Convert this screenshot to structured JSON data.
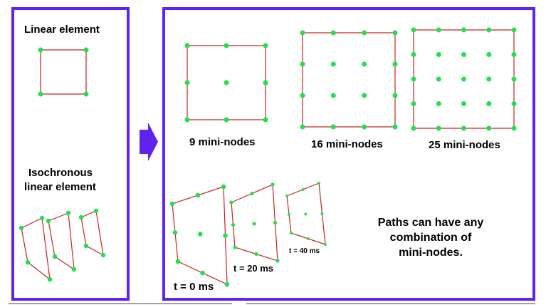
{
  "left_panel": {
    "title_linear": "Linear element",
    "title_isochronous_line1": "Isochronous",
    "title_isochronous_line2": "linear element"
  },
  "right_panel": {
    "grid_9_label": "9 mini-nodes",
    "grid_16_label": "16 mini-nodes",
    "grid_25_label": "25 mini-nodes",
    "time_0_label": "t = 0 ms",
    "time_20_label": "t = 20 ms",
    "time_40_label": "t = 40 ms",
    "note_line1": "Paths can have any",
    "note_line2": "combination of",
    "note_line3": "mini-nodes."
  },
  "colors": {
    "frame": "#5f22f0",
    "element_line": "#cc2222",
    "node": "#22e050",
    "arrow": "#5f22f0"
  }
}
